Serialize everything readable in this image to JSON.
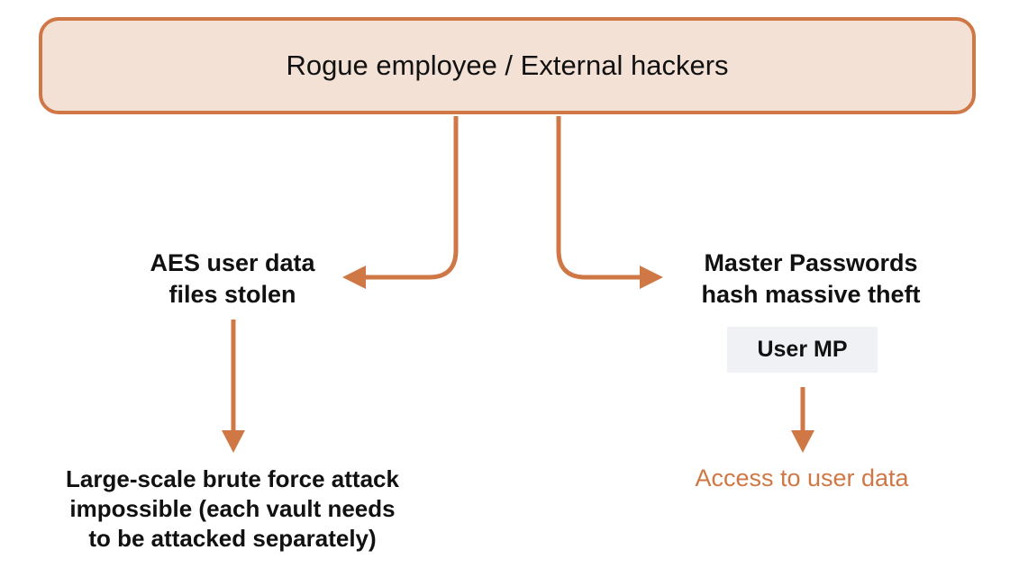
{
  "top_box": {
    "label": "Rogue employee / External hackers"
  },
  "left_branch": {
    "label_line1": "AES user data",
    "label_line2": "files stolen",
    "result_line1": "Large-scale brute force attack",
    "result_line2": "impossible (each vault needs",
    "result_line3": "to be attacked separately)"
  },
  "right_branch": {
    "label_line1": "Master Passwords",
    "label_line2": "hash massive theft",
    "user_mp_box": "User MP",
    "result": "Access to user data"
  },
  "colors": {
    "accent": "#cf7846",
    "box_fill": "#f3e1d5",
    "user_mp_fill": "#eff1f4",
    "text": "#111111"
  }
}
